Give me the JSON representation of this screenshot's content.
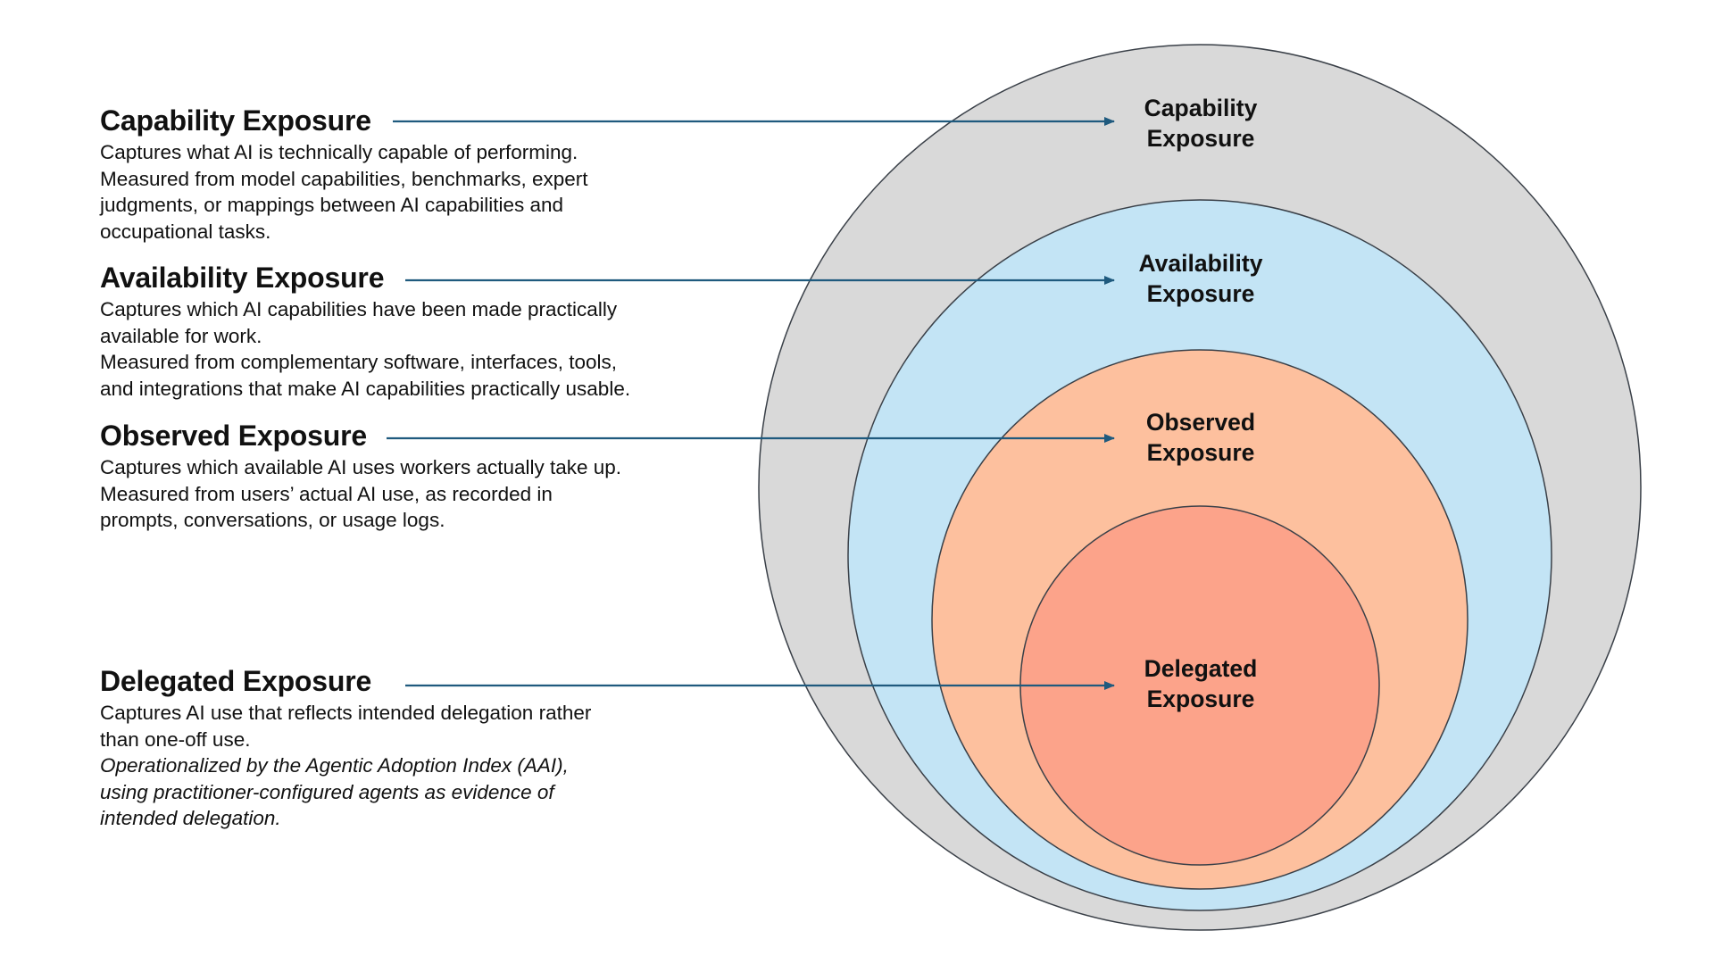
{
  "colors": {
    "capability_fill": "#d9d9d9",
    "availability_fill": "#c3e4f5",
    "observed_fill": "#fdc09e",
    "delegated_fill": "#fca38a",
    "circle_stroke": "#3a4048",
    "arrow": "#1f5a7e"
  },
  "definitions": [
    {
      "key": "capability",
      "title": "Capability Exposure",
      "lines": [
        "Captures what AI is technically capable of performing.",
        "Measured from model capabilities, benchmarks, expert",
        "judgments, or mappings between AI capabilities and",
        "occupational tasks."
      ]
    },
    {
      "key": "availability",
      "title": "Availability Exposure",
      "lines": [
        "Captures which AI capabilities have been made practically",
        "available for work.",
        "Measured from complementary software, interfaces, tools,",
        "and integrations that make AI capabilities practically usable."
      ]
    },
    {
      "key": "observed",
      "title": "Observed Exposure",
      "lines": [
        "Captures which available AI uses workers actually take up.",
        "Measured from users’ actual AI use, as recorded in",
        "prompts, conversations, or usage logs."
      ]
    },
    {
      "key": "delegated",
      "title": "Delegated Exposure",
      "lines": [
        "Captures AI use that reflects intended delegation rather",
        "than one-off use."
      ],
      "italic_lines": [
        "Operationalized by the Agentic Adoption Index (AAI),",
        "using practitioner-configured agents as evidence of",
        "intended delegation."
      ]
    }
  ],
  "circles": [
    {
      "key": "capability",
      "label_line1": "Capability",
      "label_line2": "Exposure"
    },
    {
      "key": "availability",
      "label_line1": "Availability",
      "label_line2": "Exposure"
    },
    {
      "key": "observed",
      "label_line1": "Observed",
      "label_line2": "Exposure"
    },
    {
      "key": "delegated",
      "label_line1": "Delegated",
      "label_line2": "Exposure"
    }
  ]
}
